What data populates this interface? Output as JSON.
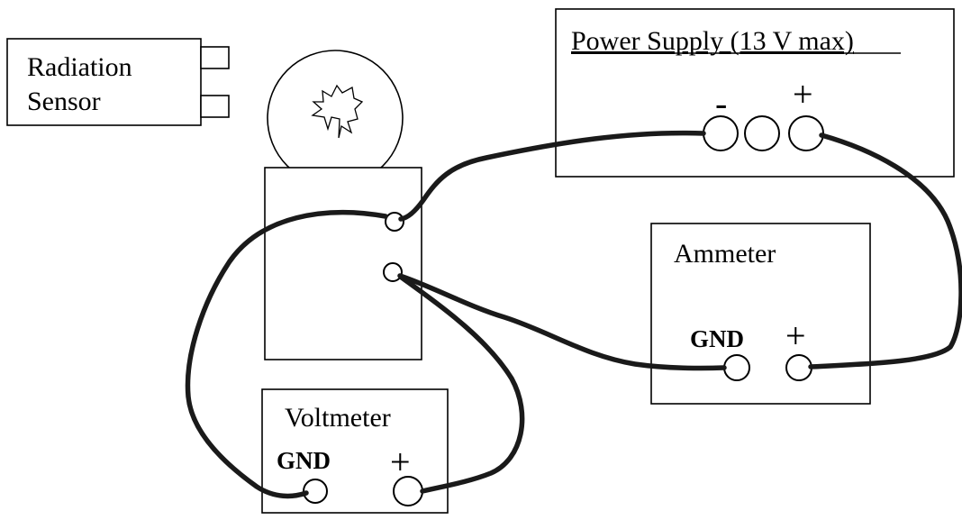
{
  "radiation_sensor": {
    "line1": "Radiation",
    "line2": "Sensor"
  },
  "power_supply": {
    "title": "Power Supply (13 V max)",
    "minus": "-",
    "plus": "+"
  },
  "ammeter": {
    "title": "Ammeter",
    "gnd": "GND",
    "plus": "+"
  },
  "voltmeter": {
    "title": "Voltmeter",
    "gnd": "GND",
    "plus": "+"
  }
}
